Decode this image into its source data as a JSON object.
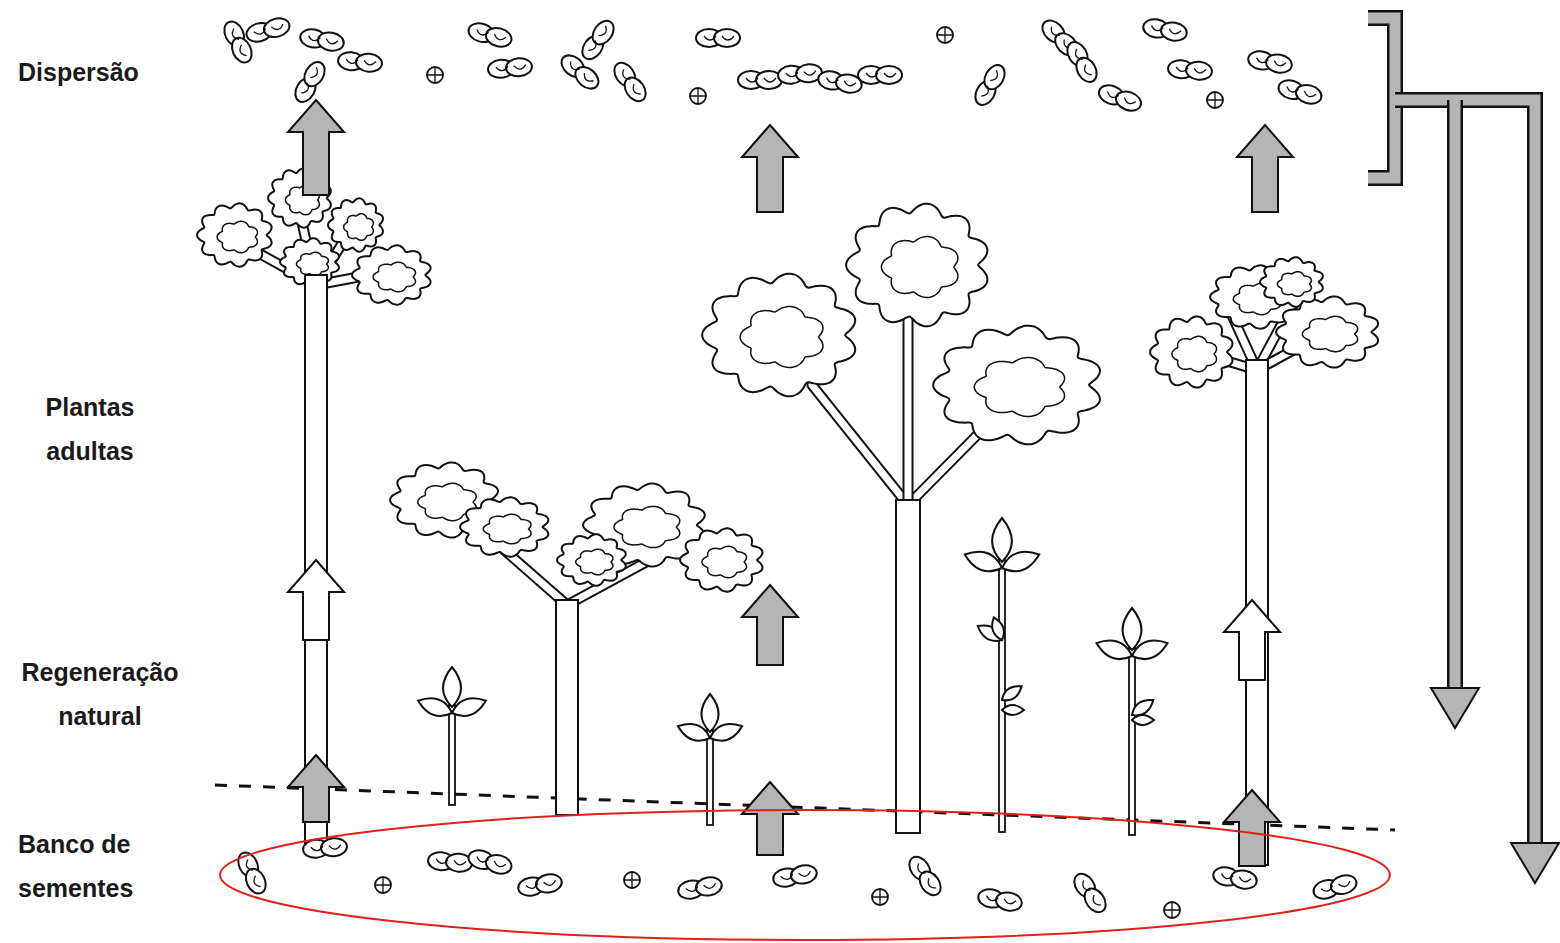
{
  "diagram": {
    "labels": [
      "Dispersão",
      "Plantas adultas",
      "Regeneração natural",
      "Banco de sementes"
    ]
  }
}
